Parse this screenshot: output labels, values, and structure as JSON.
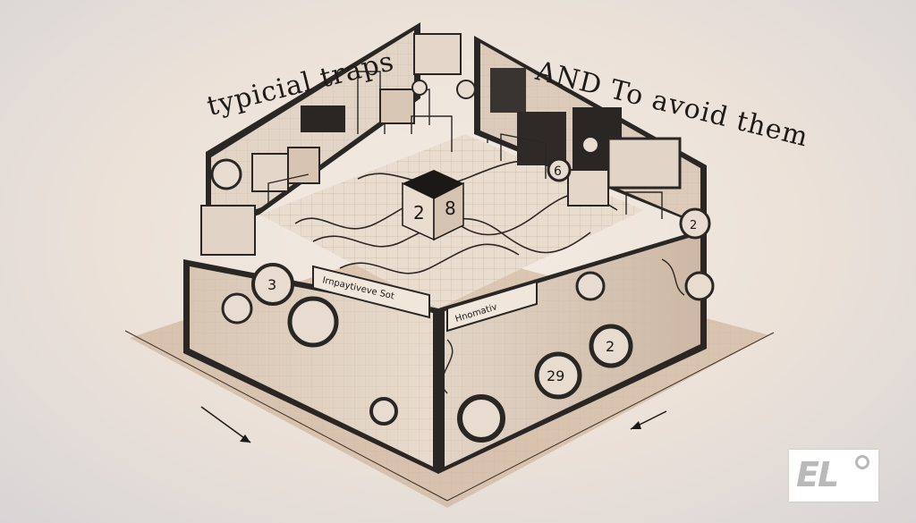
{
  "title": {
    "left": "typicial traps",
    "right": "AND To avoid them"
  },
  "cube_numbers": {
    "left": "2",
    "right": "8"
  },
  "panel_labels": {
    "front_left": "Irnpaytiveve Sot",
    "front_right": "Hnomativ"
  },
  "dial_values": [
    "3",
    "2",
    "29",
    "6",
    "2"
  ],
  "logo": {
    "text": "EL"
  },
  "colors": {
    "background": "#ede4dc",
    "paper": "#e9ddd0",
    "dark_frame": "#2a2624",
    "accent_tan": "#c9a98c"
  }
}
